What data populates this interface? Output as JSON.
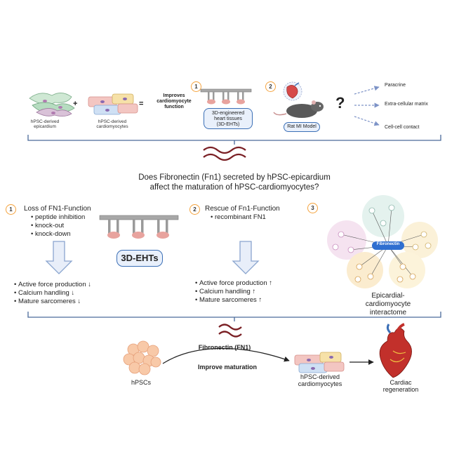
{
  "top": {
    "epicardium_label": "hPSC-derived\nepicardium",
    "plus": "+",
    "cardiomyocytes_label": "hPSC-derived\ncardiomyocytes",
    "equals": "=",
    "improves_label": "Improves\ncardiomyocyte\nfunction",
    "step1_number": "1",
    "step1_box": "3D-engineered\nheart tissues\n(3D-EHTs)",
    "step2_number": "2",
    "step2_box": "Rat MI Model",
    "question_mark": "?",
    "mechanisms": [
      "Paracrine",
      "Extra-cellular matrix",
      "Cell-cell contact"
    ]
  },
  "question": "Does Fibronectin (Fn1) secreted by hPSC-epicardium\naffect the maturation of hPSC-cardiomyocytes?",
  "panel1": {
    "number": "1",
    "title": "Loss of FN1-Function",
    "methods": [
      "peptide inhibition",
      "knock-out",
      "knock-down"
    ],
    "results": [
      "Active force production ↓",
      "Calcium handling ↓",
      "Mature sarcomeres ↓"
    ]
  },
  "ehts_badge": "3D-EHTs",
  "panel2": {
    "number": "2",
    "title": "Rescue of Fn1-Function",
    "methods": [
      "recombinant FN1"
    ],
    "results": [
      "Active force production ↑",
      "Calcium handling ↑",
      "Mature sarcomeres ↑"
    ]
  },
  "panel3": {
    "number": "3",
    "network_label": "Fibronectin",
    "caption": "Epicardial-cardiomyocyte\ninteractome"
  },
  "bottom": {
    "hpscs": "hPSCs",
    "fibronectin": "Fibronectin (FN1)",
    "improve": "Improve maturation",
    "cardiomyocytes": "hPSC-derived\ncardiomyocytes",
    "regeneration": "Cardiac\nregeneration"
  },
  "colors": {
    "bracket": "#4a6a9a",
    "wave": "#7a1f24",
    "arrow_fill": "#e8eef9",
    "arrow_stroke": "#8aa5cf",
    "tissue_pink": "#e8a39e",
    "pill_blue": "#2f6fd0",
    "number_ring": "#f4a23c"
  }
}
